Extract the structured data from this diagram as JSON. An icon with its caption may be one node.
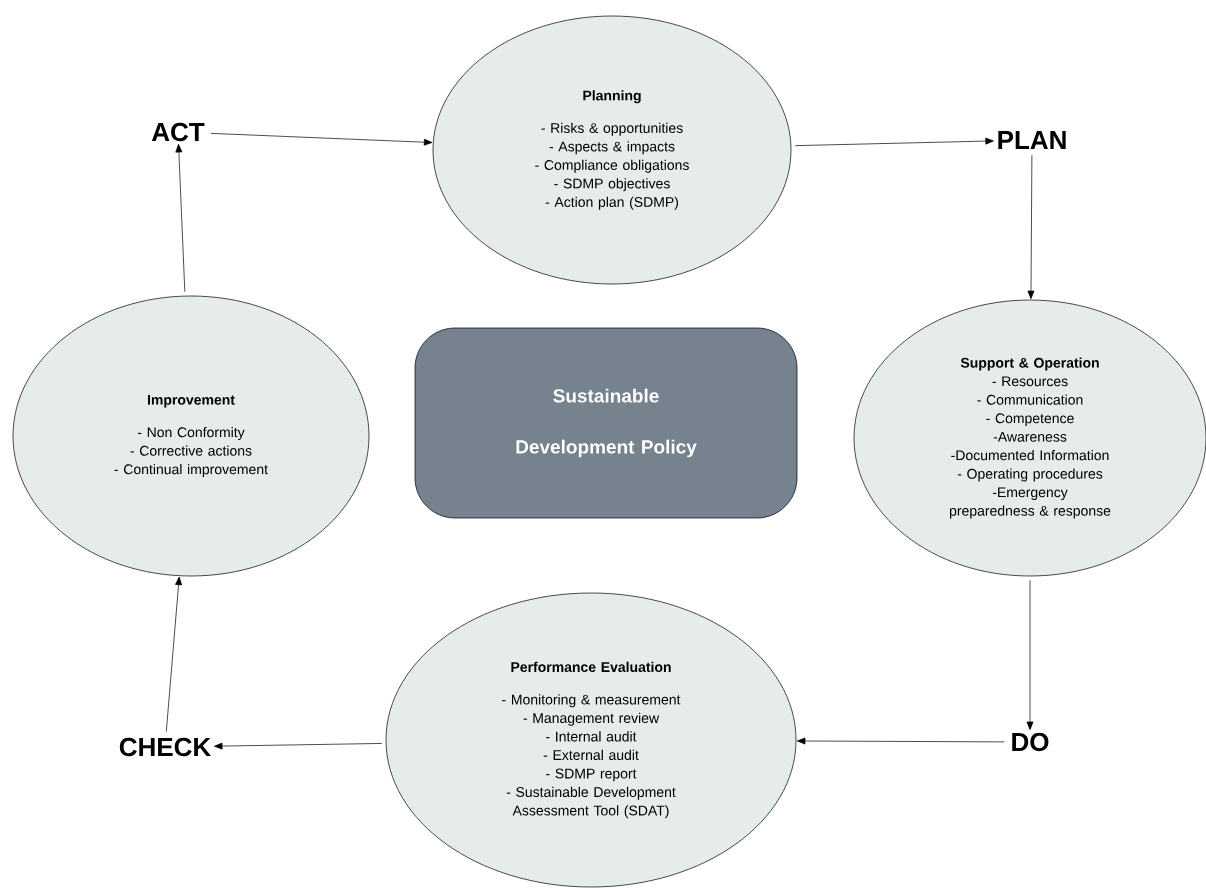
{
  "diagram": {
    "nodes": [
      {
        "text": [
          "ACT"
        ]
      },
      {
        "text": [
          "Planning",
          "- Risks & opportunities",
          "- Aspects & impacts",
          "- Compliance obligations",
          "- SDMP objectives",
          "- Action plan (SDMP)"
        ]
      },
      {
        "text": [
          "PLAN"
        ]
      },
      {
        "text": [
          "Support & Operation",
          "- Resources",
          "- Communication",
          "- Competence",
          "-Awareness",
          "-Documented Information",
          "- Operating procedures",
          "-Emergency preparedness & response"
        ]
      },
      {
        "text": [
          "Sustainable Development Policy"
        ]
      },
      {
        "text": [
          "DO"
        ]
      },
      {
        "text": [
          "Performance Evaluation",
          "-  Monitoring & measurement",
          "- Management review",
          "- Internal audit",
          "- External audit",
          "- SDMP report",
          "- Sustainable Development Assessment Tool (SDAT)"
        ]
      },
      {
        "text": [
          "CHECK"
        ]
      },
      {
        "text": [
          "Improvement",
          "- Non Conformity",
          "- Corrective actions",
          "- Continual improvement"
        ]
      }
    ],
    "edges": [
      {
        "from": 0,
        "to": 1,
        "arrow": "to"
      },
      {
        "from": 1,
        "to": 2,
        "arrow": "to"
      },
      {
        "from": 2,
        "to": 3,
        "arrow": "to"
      },
      {
        "from": 3,
        "to": 5,
        "arrow": "to"
      },
      {
        "from": 5,
        "to": 6,
        "arrow": "to"
      },
      {
        "from": 6,
        "to": 7,
        "arrow": "to"
      },
      {
        "from": 7,
        "to": 8,
        "arrow": "to"
      },
      {
        "from": 8,
        "to": 0,
        "arrow": "to"
      }
    ]
  }
}
